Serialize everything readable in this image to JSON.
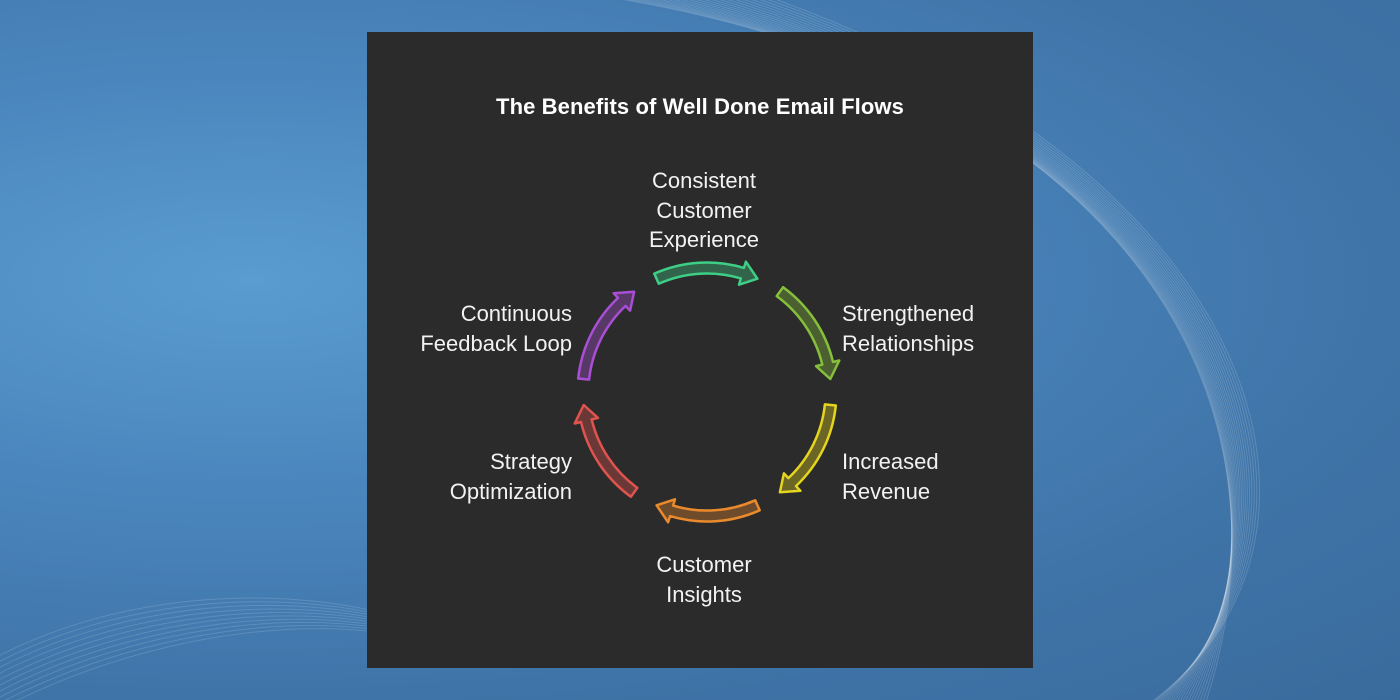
{
  "title": "The Benefits of Well Done Email Flows",
  "steps": [
    {
      "label": "Consistent\nCustomer\nExperience",
      "color": "#3ecf86"
    },
    {
      "label": "Strengthened\nRelationships",
      "color": "#86c03b"
    },
    {
      "label": "Increased\nRevenue",
      "color": "#e6d51e"
    },
    {
      "label": "Customer\nInsights",
      "color": "#ea8a2c"
    },
    {
      "label": "Strategy\nOptimization",
      "color": "#e0534e"
    },
    {
      "label": "Continuous\nFeedback Loop",
      "color": "#a94fd6"
    }
  ],
  "colors": {
    "card_background": "#2b2b2b",
    "page_background": "#4a86bd",
    "text": "#f2f2f2"
  }
}
